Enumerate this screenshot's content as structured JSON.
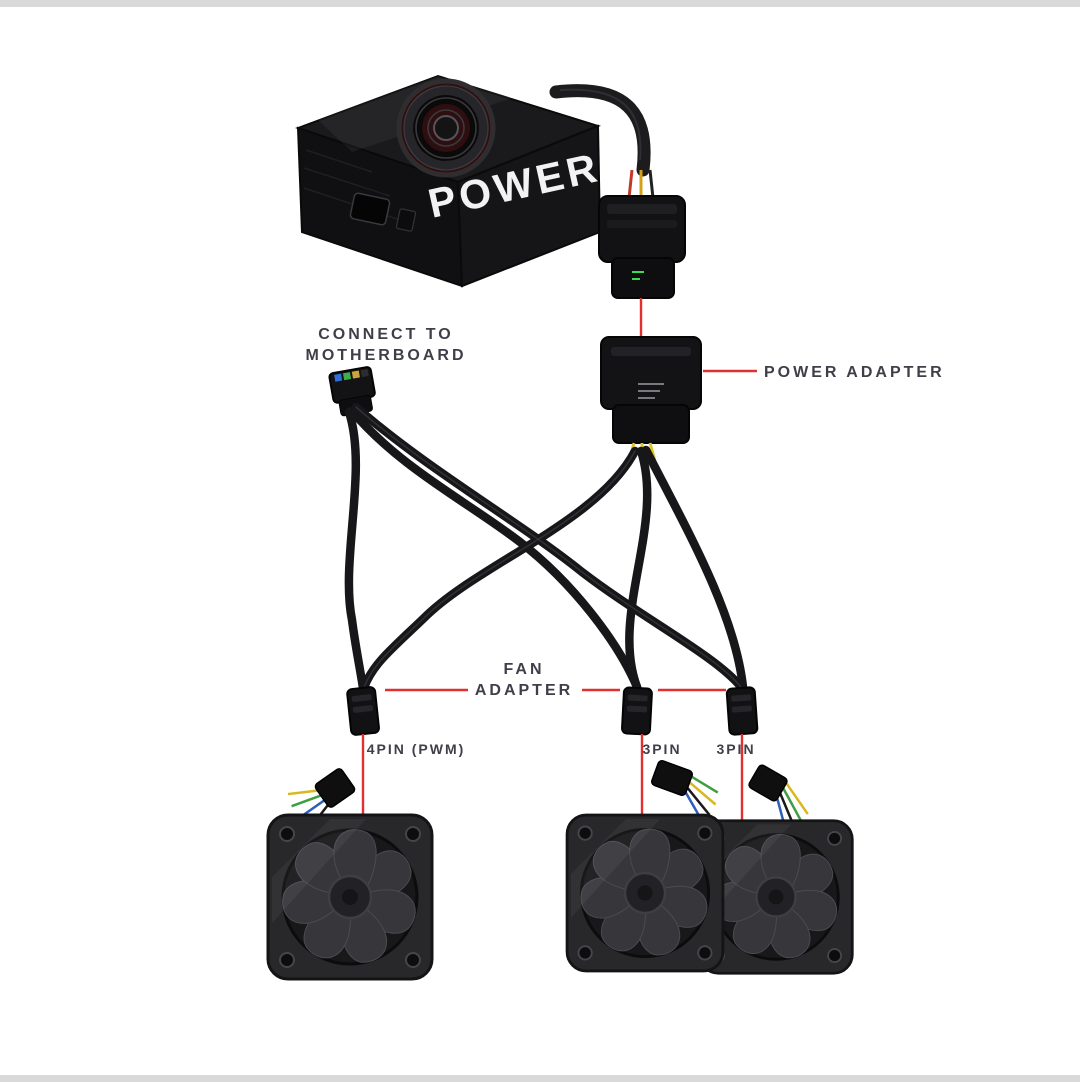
{
  "diagram": {
    "psu_label": "POWER",
    "labels": {
      "connect_line1": "CONNECT TO",
      "connect_line2": "MOTHERBOARD",
      "power_adapter": "POWER ADAPTER",
      "fan_adapter_line1": "FAN",
      "fan_adapter_line2": "ADAPTER",
      "fan_left_type": "4PIN (PWM)",
      "fan_mid_type": "3PIN",
      "fan_right_type": "3PIN"
    },
    "colors": {
      "callout": "#e03030",
      "text": "#3f3f4a",
      "cable": "#17171a"
    }
  }
}
